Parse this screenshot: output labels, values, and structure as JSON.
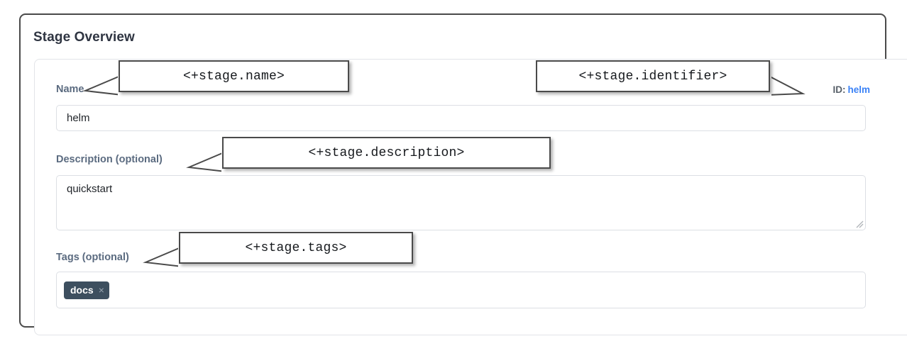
{
  "page": {
    "title": "Stage Overview"
  },
  "identifier": {
    "key_label": "ID:",
    "value": "helm",
    "value_color": "#3b82f6"
  },
  "fields": {
    "name": {
      "label": "Name",
      "value": "helm",
      "placeholder": ""
    },
    "description": {
      "label": "Description (optional)",
      "value": "quickstart",
      "placeholder": ""
    },
    "tags": {
      "label": "Tags (optional)",
      "chips": [
        {
          "label": "docs",
          "remove_glyph": "×"
        }
      ],
      "placeholder": ""
    }
  },
  "annotations": [
    {
      "name": "stage-name-annotation",
      "text": "<+stage.name>"
    },
    {
      "name": "stage-identifier-annotation",
      "text": "<+stage.identifier>"
    },
    {
      "name": "stage-description-annotation",
      "text": "<+stage.description>"
    },
    {
      "name": "stage-tags-annotation",
      "text": "<+stage.tags>"
    }
  ],
  "colors": {
    "label": "#5b6b80",
    "title": "#2f3542",
    "tag_chip_bg": "#3d4f5f",
    "frame_border": "#4a4a4a",
    "input_border": "#dcdfe4"
  }
}
